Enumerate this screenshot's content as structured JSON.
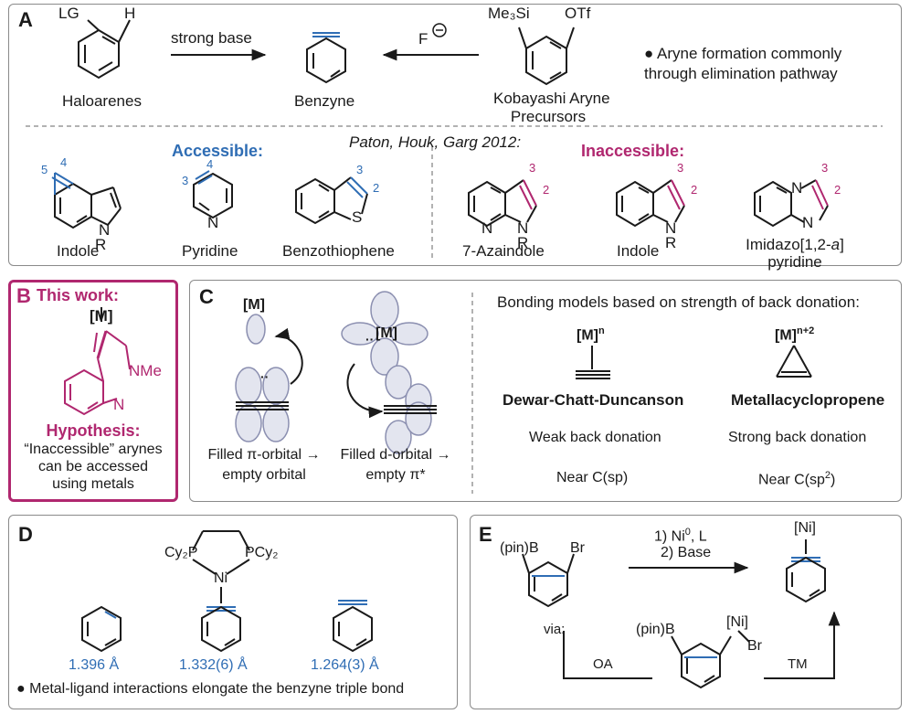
{
  "panelA": {
    "letter": "A",
    "lg": "LG",
    "h": "H",
    "haloarenes": "Haloarenes",
    "strong_base": "strong base",
    "benzyne": "Benzyne",
    "fluoride": "F",
    "me3si": "Me₃Si",
    "otf": "OTf",
    "kobayashi_1": "Kobayashi Aryne",
    "kobayashi_2": "Precursors",
    "note_1": "● Aryne formation commonly",
    "note_2": "through elimination pathway",
    "citation": "Paton, Houk, Garg 2012:",
    "accessible": "Accessible:",
    "inaccessible": "Inaccessible:",
    "indole": "Indole",
    "pyridine": "Pyridine",
    "benzothiophene": "Benzothiophene",
    "azaindole": "7-Azaindole",
    "indole2": "Indole",
    "imidazo_1": "Imidazo[1,2-",
    "imidazo_a": "a",
    "imidazo_2": "]",
    "imidazo_3": "pyridine"
  },
  "panelB": {
    "letter": "B",
    "title": "This work:",
    "metal": "[M]",
    "nme": "NMe",
    "n": "N",
    "hypothesis": "Hypothesis:",
    "line1": "“Inaccessible” arynes",
    "line2": "can be accessed",
    "line3": "using metals"
  },
  "panelC": {
    "letter": "C",
    "metal": "[M]",
    "cap1a": "Filled π-orbital →",
    "cap1b": "empty orbital",
    "cap2a": "Filled d-orbital →",
    "cap2b": "empty π*",
    "models_title": "Bonding models based on strength of back donation:",
    "mn": "[M]",
    "n_sup": "n",
    "mn2_sup": "n+2",
    "dcd": "Dewar-Chatt-Duncanson",
    "mcp": "Metallacyclopropene",
    "weak": "Weak back donation",
    "strong": "Strong back donation",
    "near_sp": "Near C(sp)",
    "near_sp2": "Near C(sp",
    "sp2_sup": "2",
    "close": ")"
  },
  "panelD": {
    "letter": "D",
    "cy2p": "Cy₂P",
    "pcy2": "PCy₂",
    "ni": "Ni",
    "len1": "1.396 Å",
    "len2": "1.332(6) Å",
    "len3": "1.264(3) Å",
    "note": "● Metal-ligand interactions elongate the benzyne triple bond"
  },
  "panelE": {
    "letter": "E",
    "pinb": "(pin)B",
    "br": "Br",
    "step1": "1) Ni",
    "step1_sup": "0",
    "step1_end": ", L",
    "step2": "2) Base",
    "ni_product": "[Ni]",
    "via": "via:",
    "oa": "OA",
    "tm": "TM",
    "pinb2": "(pin)B",
    "ni_mid": "[Ni]",
    "br2": "Br"
  },
  "colors": {
    "blue": "#2f6db4",
    "magenta": "#b0276f",
    "border": "#8a8a8a",
    "lobe": "#d6d9e6"
  }
}
